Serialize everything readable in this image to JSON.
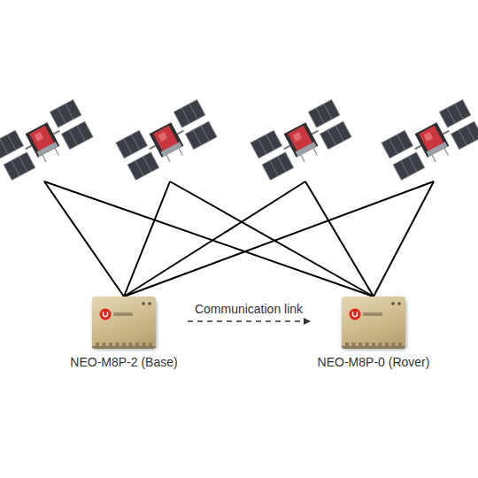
{
  "diagram": {
    "nodes": [
      {
        "text": [
          "NEO-M8P-2 (Base)"
        ]
      },
      {
        "text": [
          "NEO-M8P-0 (Rover)"
        ]
      }
    ],
    "edges": [
      {
        "from": 0,
        "to": 1,
        "arrow": "to",
        "label": "Communication link"
      }
    ]
  }
}
